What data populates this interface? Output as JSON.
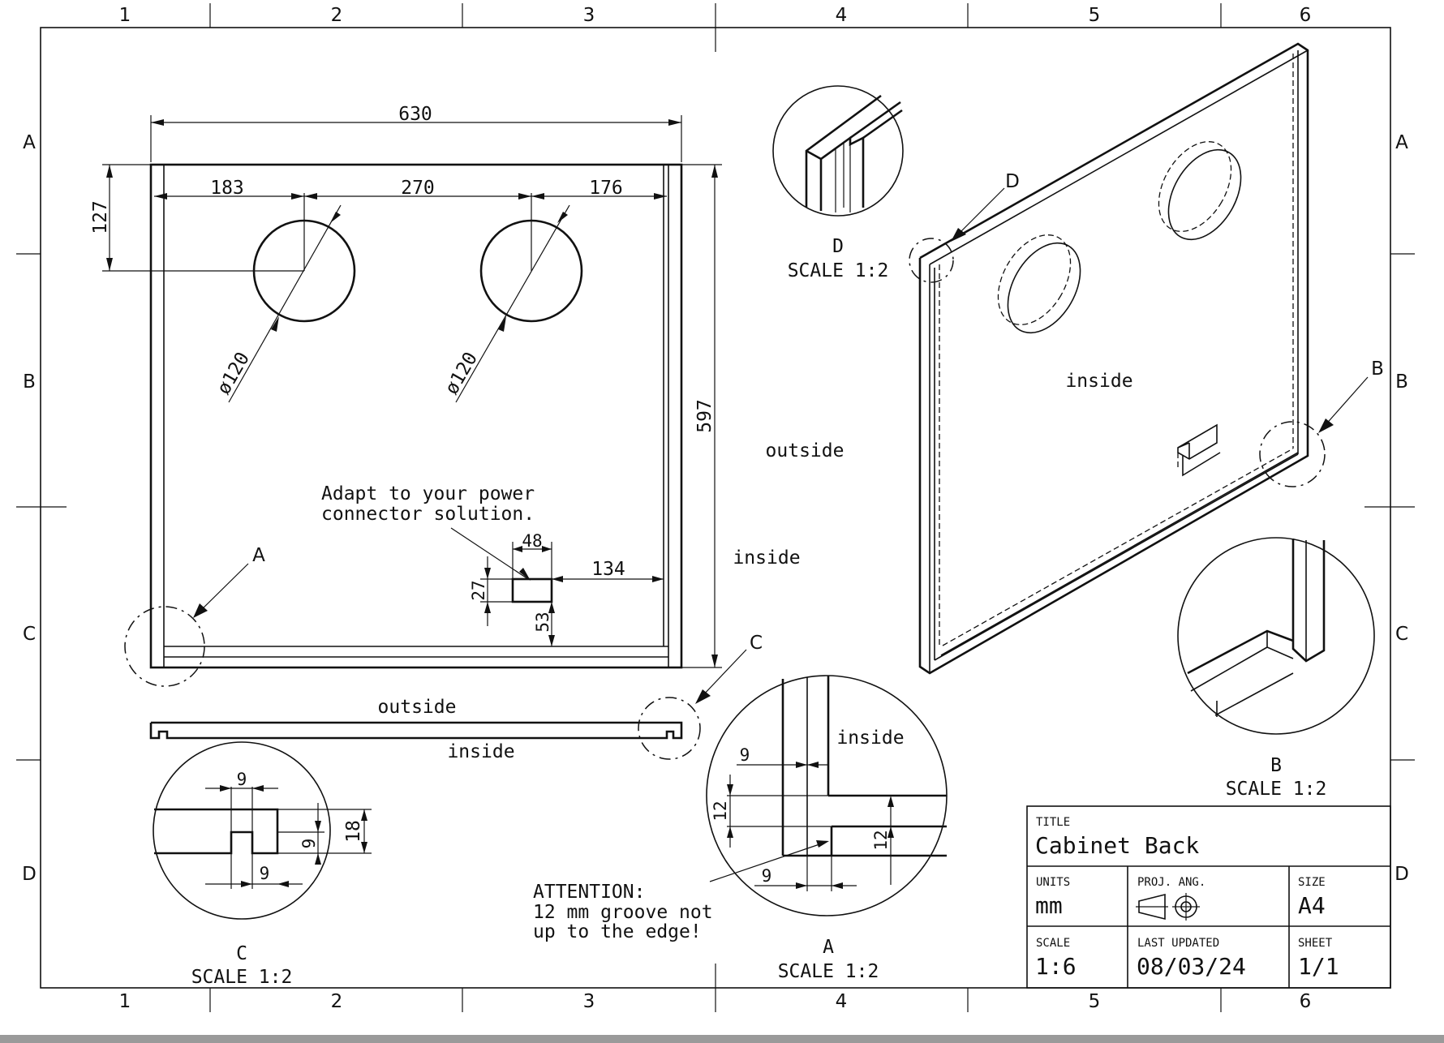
{
  "frame": {
    "columns": [
      "1",
      "2",
      "3",
      "4",
      "5",
      "6"
    ],
    "rows": [
      "A",
      "B",
      "C",
      "D"
    ]
  },
  "front_view": {
    "dim_overall_width": "630",
    "dim_left": "183",
    "dim_middle": "270",
    "dim_right": "176",
    "dim_hole_height": "127",
    "dim_height": "597",
    "hole_dia_1": "ø120",
    "hole_dia_2": "ø120",
    "note_connector_line1": "Adapt to your power",
    "note_connector_line2": "connector solution.",
    "dim_conn_width": "48",
    "dim_conn_height": "27",
    "dim_conn_right": "134",
    "dim_conn_bottom": "53",
    "callout_a": "A",
    "callout_c": "C",
    "label_outside_right": "outside",
    "label_inside_right": "inside"
  },
  "section_view": {
    "label_outside": "outside",
    "label_inside": "inside"
  },
  "detail_c": {
    "dim_top": "9",
    "dim_bottom": "9",
    "dim_depth": "9",
    "dim_thickness": "18",
    "title": "C",
    "scale": "SCALE 1:2"
  },
  "detail_a": {
    "label_inside": "inside",
    "dim_top": "9",
    "dim_left": "12",
    "dim_right": "12",
    "dim_bottom": "9",
    "title": "A",
    "scale": "SCALE 1:2"
  },
  "attention_note": {
    "line1": "ATTENTION:",
    "line2": "12 mm groove not",
    "line3": "up to the edge!"
  },
  "detail_d": {
    "title": "D",
    "scale": "SCALE 1:2"
  },
  "iso_view": {
    "callout_d": "D",
    "callout_b": "B",
    "label_inside": "inside"
  },
  "detail_b": {
    "title": "B",
    "scale": "SCALE 1:2"
  },
  "title_block": {
    "title_label": "TITLE",
    "title_value": "Cabinet Back",
    "units_label": "UNITS",
    "units_value": "mm",
    "proj_label": "PROJ. ANG.",
    "size_label": "SIZE",
    "size_value": "A4",
    "scale_label": "SCALE",
    "scale_value": "1:6",
    "updated_label": "LAST UPDATED",
    "updated_value": "08/03/24",
    "sheet_label": "SHEET",
    "sheet_value": "1/1"
  }
}
